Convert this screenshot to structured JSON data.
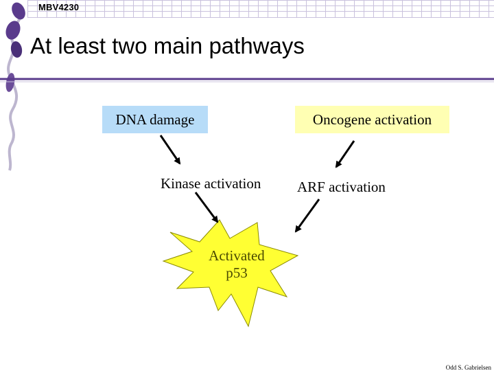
{
  "slide": {
    "course_code": "MBV4230",
    "title": "At least two main pathways",
    "footer": "Odd S. Gabrielsen"
  },
  "diagram": {
    "dna_damage": "DNA damage",
    "oncogene_activation": "Oncogene activation",
    "kinase_activation": "Kinase activation",
    "arf_activation": "ARF activation",
    "activated_p53_line1": "Activated",
    "activated_p53_line2": "p53"
  },
  "colors": {
    "dna_box": "#b7dcf8",
    "oncogene_box": "#ffffb3",
    "burst_fill": "#ffff33",
    "accent_purple": "#5a3b8c",
    "grid_line": "#c9c1dd"
  }
}
